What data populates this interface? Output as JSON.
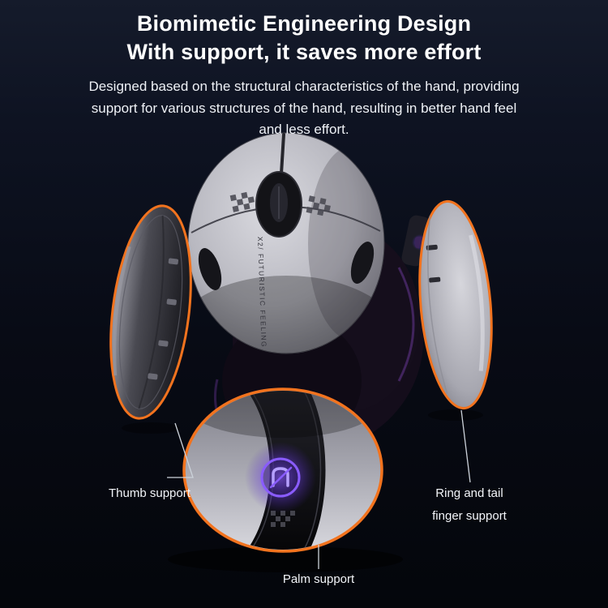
{
  "header": {
    "title_line1": "Biomimetic Engineering Design",
    "title_line2": "With support, it saves more effort",
    "description": "Designed based on the structural characteristics of the hand, providing support for various structures of the hand, resulting in better hand feel and less effort."
  },
  "callouts": {
    "thumb": "Thumb support",
    "ring_line1": "Ring and tail",
    "ring_line2": "finger support",
    "palm": "Palm support"
  },
  "product": {
    "side_text": "X2/ FUTURISTIC FEELING"
  },
  "colors": {
    "accent_orange": "#f2731e",
    "glow_purple": "#8a5cff",
    "background": "#080b15",
    "text": "#ffffff"
  }
}
